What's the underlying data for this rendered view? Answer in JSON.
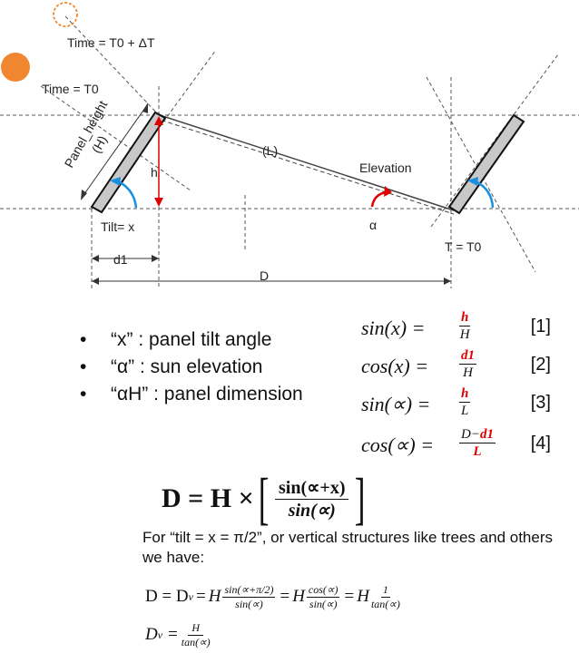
{
  "diagram": {
    "time_future": "Time = T0 + ΔT",
    "time_now": "Time = T0",
    "panel_height": "Panel_height",
    "panel_height_symbol": "(H)",
    "h": "h",
    "L": "(L)",
    "elevation": "Elevation",
    "alpha": "α",
    "tilt": "Tilt= x",
    "t_label": "T = T0",
    "d1": "d1",
    "D": "D",
    "colors": {
      "sun": "#f0862f",
      "panel": "#c8c8c8",
      "red": "#e00000",
      "blue": "#1a8fe0"
    }
  },
  "bullets": [
    "“x” : panel tilt angle",
    "“α” : sun elevation",
    "“αH” : panel  dimension"
  ],
  "bullet_symbol": "•",
  "equations": [
    {
      "lhs": "sin(x) =",
      "num": "h",
      "den": "H",
      "ref": "[1]"
    },
    {
      "lhs": "cos(x) =",
      "num": "d1",
      "den": "H",
      "ref": "[2]"
    },
    {
      "lhs": "sin(∝) =",
      "num": "h",
      "den": "L",
      "ref": "[3]"
    },
    {
      "lhs": "cos(∝) =",
      "num_a": "D−",
      "num_b": "d1",
      "den": "L",
      "ref": "[4]"
    }
  ],
  "main_equation": {
    "lhs": "D = H ×",
    "num": "sin(∝+x)",
    "den": "sin(∝)"
  },
  "note": "For “tilt = x = π/2”, or vertical structures like trees and others we have:",
  "derivation": {
    "lhs": "D = D",
    "sub_v": "v",
    "eq": "=",
    "H": "H",
    "f1_num": "sin(∝+π/2)",
    "f1_den": "sin(∝)",
    "f2_num": "cos(∝)",
    "f2_den": "sin(∝)",
    "f3_num": "1",
    "f3_den": "tan(∝)"
  },
  "dv": {
    "lhs": "D",
    "sub": "v",
    "eq": "=",
    "num": "H",
    "den": "tan(∝)"
  }
}
